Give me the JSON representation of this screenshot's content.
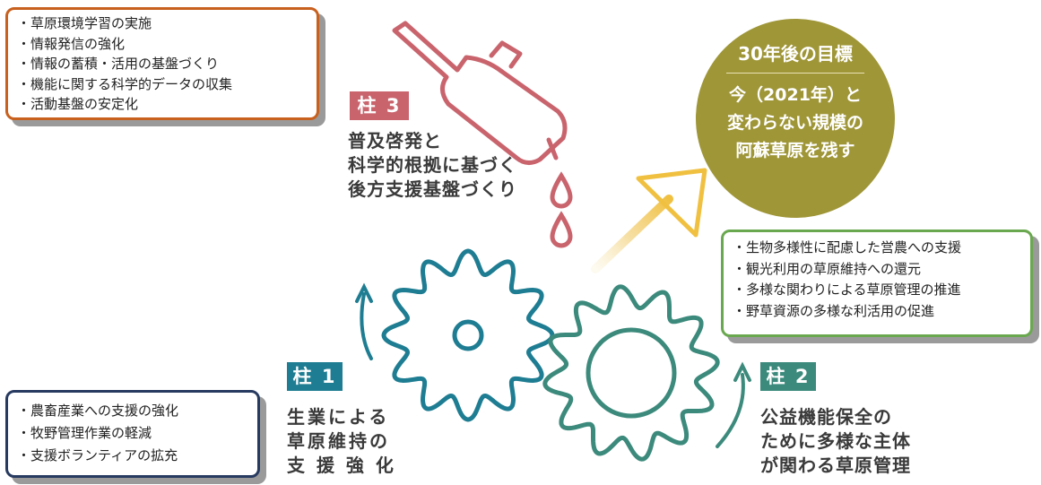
{
  "goal": {
    "title": "30年後の目標",
    "lines": [
      "今（2021年）と",
      "変わらない規模の",
      "阿蘇草原を残す"
    ]
  },
  "pillars": [
    {
      "badge": "柱 3",
      "lines": [
        "普及啓発と",
        "科学的根拠に基づく",
        "後方支援基盤づくり"
      ],
      "items": [
        "・草原環境学習の実施",
        "・情報発信の強化",
        "・情報の蓄積・活用の基盤づくり",
        "・機能に関する科学的データの収集",
        "・活動基盤の安定化"
      ]
    },
    {
      "badge": "柱 1",
      "lines": [
        "生業による",
        "草原維持の",
        "支 援 強 化"
      ],
      "items": [
        "・農畜産業への支援の強化",
        "・牧野管理作業の軽減",
        "・支援ボランティアの拡充"
      ]
    },
    {
      "badge": "柱 2",
      "lines": [
        "公益機能保全の",
        "ために多様な主体",
        "が関わる草原管理"
      ],
      "items": [
        "・生物多様性に配慮した営農への支援",
        "・観光利用の草原維持への還元",
        "・多様な関わりによる草原管理の推進",
        "・野草資源の多様な利活用の促進"
      ]
    }
  ],
  "colors": {
    "pillar3": "#c9646d",
    "pillar1": "#1e7d92",
    "pillar2": "#3c8a7c",
    "goal": "#9f9638",
    "arrow": "#f0c040",
    "box3_border": "#c8601e",
    "box1_border": "#273a60",
    "box2_border": "#6aa84f"
  },
  "icons": [
    "watering-can-icon",
    "water-drop-icon",
    "gear-icon",
    "curved-arrow-icon",
    "upward-arrow-icon"
  ]
}
